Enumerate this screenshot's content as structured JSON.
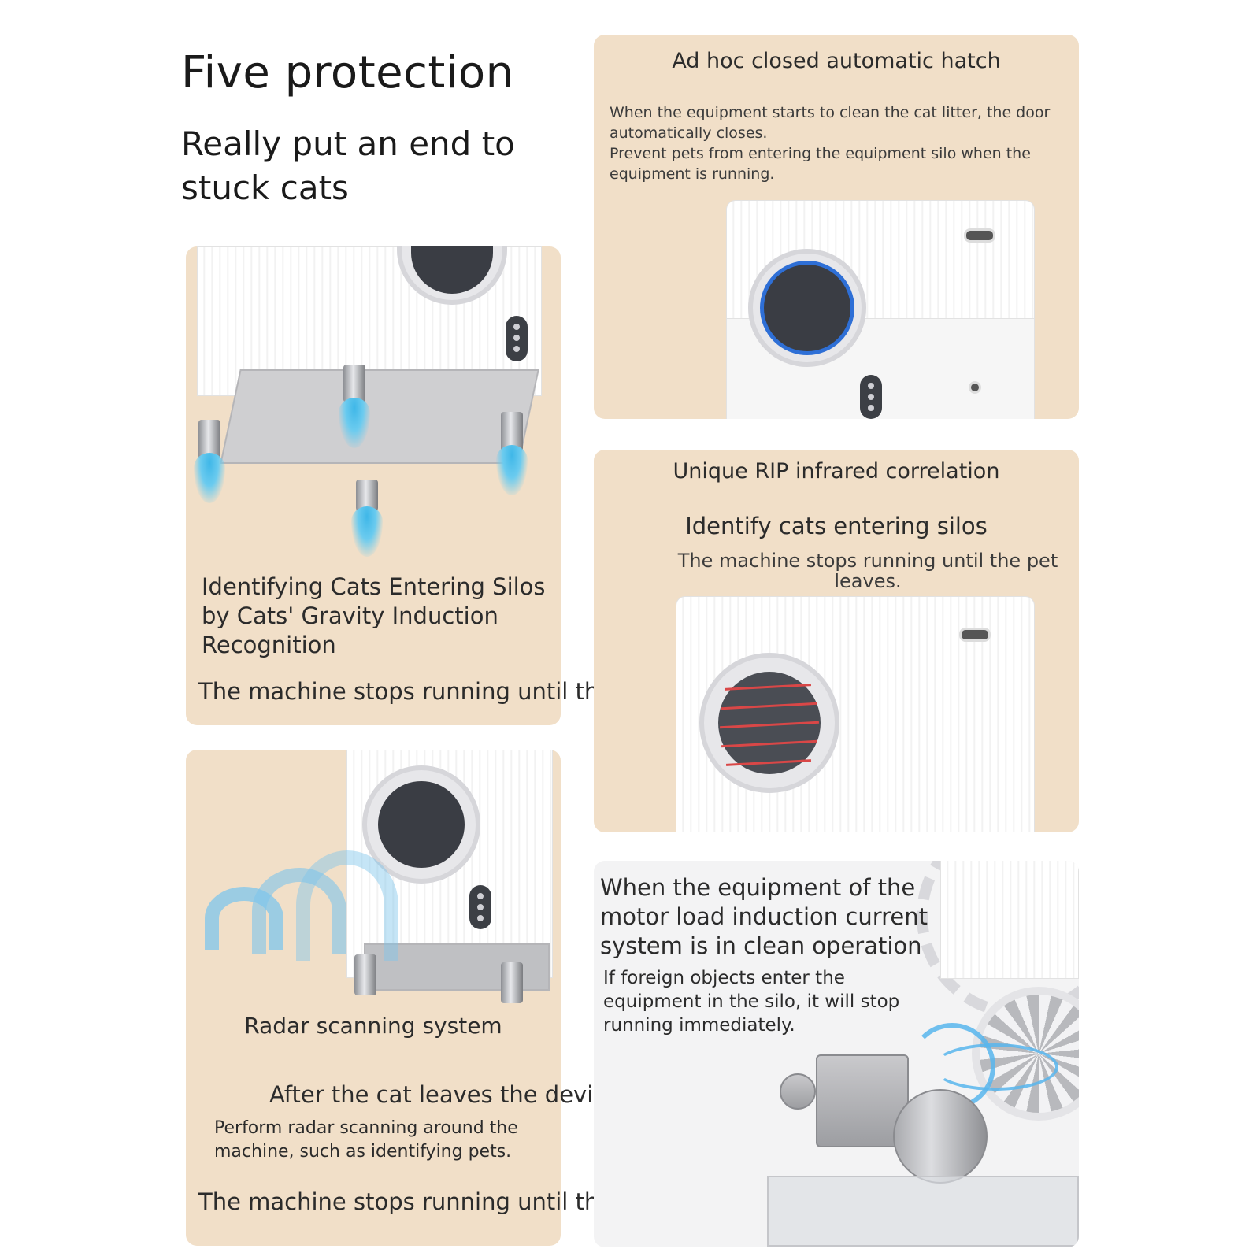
{
  "header": {
    "title": "Five protection",
    "subtitle_lines": [
      "Really put an end to",
      "stuck cats"
    ]
  },
  "hatch": {
    "title": "Ad hoc closed automatic hatch",
    "desc_lines": [
      "When the equipment starts to clean the cat litter, the door",
      "automatically closes.",
      "Prevent pets from entering the equipment silo when the",
      "equipment is running."
    ]
  },
  "gravity": {
    "title_lines": [
      "Identifying Cats Entering Silos",
      "by Cats' Gravity Induction",
      "Recognition"
    ],
    "desc": "The machine stops running until the pet leaves."
  },
  "infrared": {
    "title": "Unique RIP infrared correlation",
    "subtitle": "Identify cats entering silos",
    "desc": "The machine stops running until the pet leaves."
  },
  "radar": {
    "title": "Radar scanning system",
    "subtitle": "After the cat leaves the device,",
    "desc_lines": [
      "Perform radar scanning around the",
      "machine, such as identifying pets."
    ],
    "footer": "The machine stops running until the pet leaves."
  },
  "motor": {
    "title_lines": [
      "When the equipment of the",
      "motor load induction current",
      "system is in clean operation"
    ],
    "desc_lines": [
      "If foreign objects enter the",
      "equipment in the silo, it will stop",
      "running immediately."
    ]
  },
  "colors": {
    "panel_bg": "#f1dfc8",
    "page_bg": "#ffffff",
    "sensor_blue": "#3fb7e8",
    "infrared_red": "#d94747"
  }
}
